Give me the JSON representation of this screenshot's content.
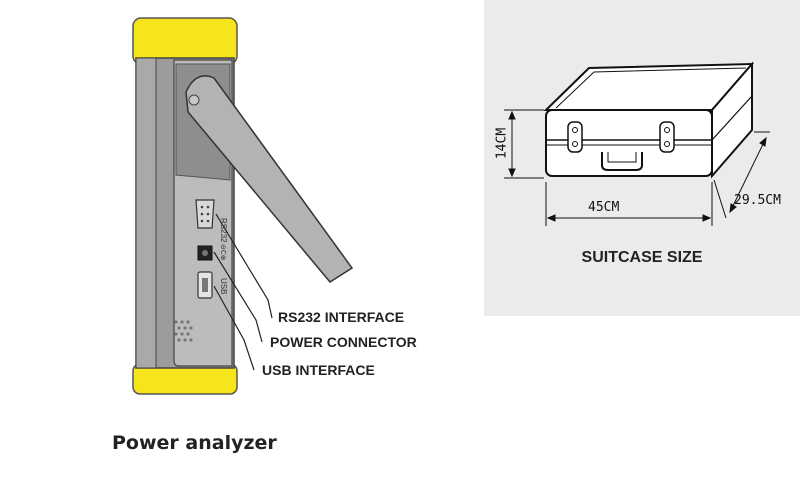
{
  "analyzer": {
    "caption": "Power analyzer",
    "callouts": {
      "rs232": "RS232 INTERFACE",
      "power": "POWER CONNECTOR",
      "usb": "USB INTERFACE"
    },
    "port_labels": {
      "rs232": "RS232",
      "usb": "USB"
    },
    "colors": {
      "bumper": "#f6e51b",
      "body": "#9c9c9c",
      "panel": "#b9b9b9"
    }
  },
  "suitcase": {
    "title": "SUITCASE SIZE",
    "height_label": "14CM",
    "width_label": "45CM",
    "depth_label": "29.5CM",
    "panel_color": "#ebebeb"
  }
}
